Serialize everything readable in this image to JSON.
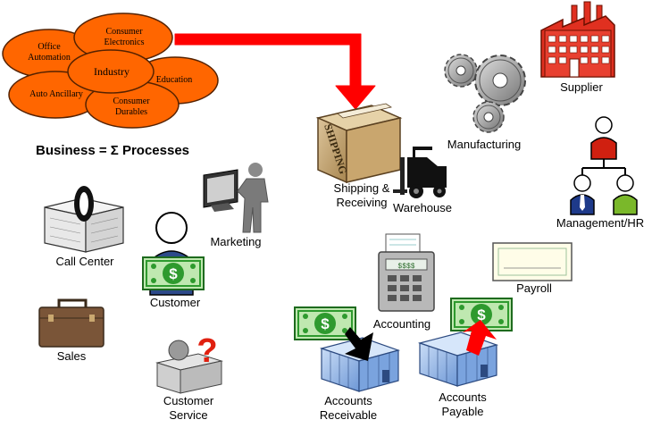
{
  "title": "Business = Σ Processes",
  "industry_ovals": {
    "office": "Office\nAutomation",
    "electronics": "Consumer\nElectronics",
    "industry": "Industry",
    "education": "Education",
    "auto": "Auto Ancillary",
    "durables": "Consumer\nDurables"
  },
  "box_text": "SHIPPING",
  "check_amount": "$$$$",
  "labels": {
    "supplier": "Supplier",
    "manufacturing": "Manufacturing",
    "shipping": "Shipping &\nReceiving",
    "warehouse": "Warehouse",
    "management": "Management/HR",
    "call_center": "Call Center",
    "marketing": "Marketing",
    "customer": "Customer",
    "sales": "Sales",
    "customer_service": "Customer\nService",
    "accounting": "Accounting",
    "payroll": "Payroll",
    "accounts_receivable": "Accounts\nReceivable",
    "accounts_payable": "Accounts\nPayable"
  },
  "colors": {
    "oval_fill": "#ff6600",
    "arrow_red": "#ff0000",
    "factory_red": "#e03020",
    "money_green": "#2e9a2e",
    "building_blue": "#8fb6e8"
  }
}
